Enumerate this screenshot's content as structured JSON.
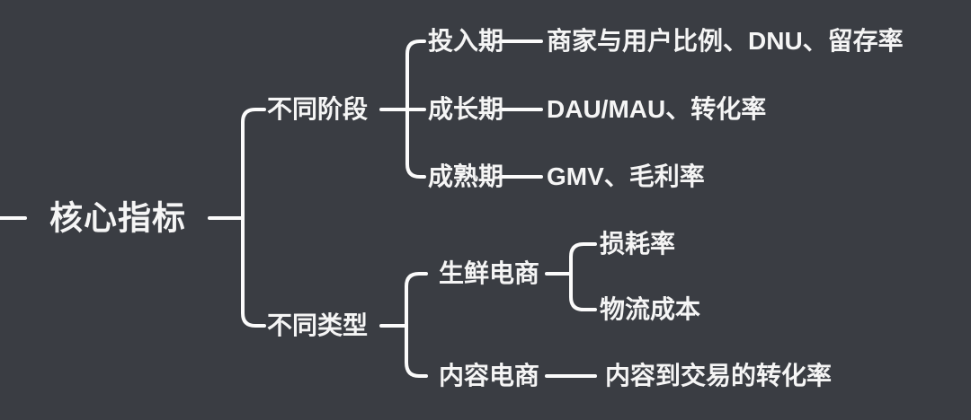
{
  "colors": {
    "bg": "#3a3d43",
    "line": "#fbfbfb",
    "text": "#f5f5f5"
  },
  "mindmap": {
    "root": {
      "label": "核心指标"
    },
    "branches": [
      {
        "label": "不同阶段",
        "children": [
          {
            "label": "投入期",
            "children": [
              {
                "label": "商家与用户比例、DNU、留存率"
              }
            ]
          },
          {
            "label": "成长期",
            "children": [
              {
                "label": "DAU/MAU、转化率"
              }
            ]
          },
          {
            "label": "成熟期",
            "children": [
              {
                "label": "GMV、毛利率"
              }
            ]
          }
        ]
      },
      {
        "label": "不同类型",
        "children": [
          {
            "label": "生鲜电商",
            "children": [
              {
                "label": "损耗率"
              },
              {
                "label": "物流成本"
              }
            ]
          },
          {
            "label": "内容电商",
            "children": [
              {
                "label": "内容到交易的转化率"
              }
            ]
          }
        ]
      }
    ]
  }
}
